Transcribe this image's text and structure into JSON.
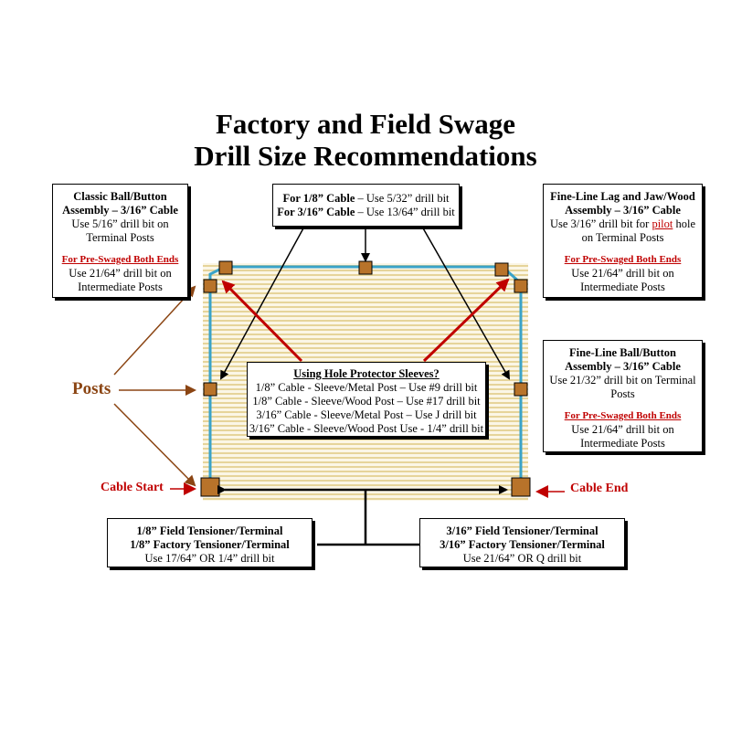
{
  "title": {
    "line1": "Factory and Field Swage",
    "line2": "Drill Size Recommendations"
  },
  "top_center": {
    "line1_bold": "For 1/8” Cable",
    "line1_rest": " – Use 5/32” drill bit",
    "line2_bold": "For 3/16” Cable",
    "line2_rest": " – Use 13/64” drill bit"
  },
  "top_left": {
    "heading1": "Classic Ball/Button",
    "heading2": "Assembly – 3/16” Cable",
    "text1": "Use 5/16” drill bit on",
    "text2": "Terminal Posts",
    "pre_swaged": "For Pre-Swaged Both Ends",
    "text3": "Use 21/64” drill bit on",
    "text4": "Intermediate Posts"
  },
  "top_right": {
    "heading1": "Fine-Line Lag and Jaw/Wood",
    "heading2": "Assembly – 3/16” Cable",
    "text1a": "Use 3/16” drill bit for ",
    "text1_link": "pilot",
    "text1b": " hole",
    "text2": "on Terminal Posts",
    "pre_swaged": "For Pre-Swaged Both Ends",
    "text3": "Use 21/64” drill bit on",
    "text4": "Intermediate Posts"
  },
  "mid_right": {
    "heading1": "Fine-Line Ball/Button",
    "heading2": "Assembly – 3/16” Cable",
    "text1": "Use 21/32” drill bit on Terminal",
    "text2": "Posts",
    "pre_swaged": "For Pre-Swaged Both Ends",
    "text3": "Use 21/64” drill bit on",
    "text4": "Intermediate Posts"
  },
  "center": {
    "heading": "Using Hole Protector Sleeves?",
    "lines": [
      "1/8” Cable - Sleeve/Metal Post – Use #9 drill bit",
      "1/8” Cable - Sleeve/Wood Post – Use #17 drill bit",
      "3/16” Cable - Sleeve/Metal Post – Use J drill bit",
      "3/16” Cable - Sleeve/Wood Post Use - 1/4” drill bit"
    ]
  },
  "bottom_left": {
    "line1": "1/8” Field Tensioner/Terminal",
    "line2": "1/8” Factory Tensioner/Terminal",
    "line3": "Use 17/64” OR 1/4” drill bit"
  },
  "bottom_right": {
    "line1": "3/16” Field Tensioner/Terminal",
    "line2": "3/16” Factory Tensioner/Terminal",
    "line3": "Use 21/64” OR Q drill bit"
  },
  "labels": {
    "posts": "Posts",
    "cable_start": "Cable Start",
    "cable_end": "Cable End"
  },
  "colors": {
    "cable": "#3aa3c8",
    "post": "#b8732a",
    "posts_label": "#8b4513",
    "red": "#c00000",
    "stripes": "#e6d49a"
  }
}
